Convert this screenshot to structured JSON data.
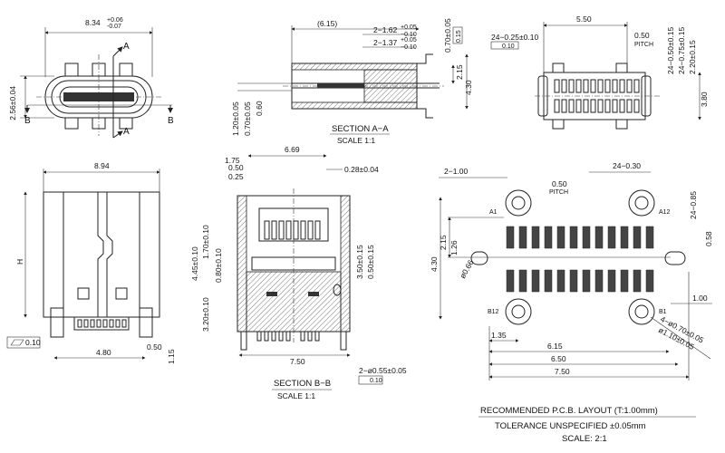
{
  "top_view": {
    "width": "8.34",
    "width_tol_plus": "+0.06",
    "width_tol_minus": "-0.07",
    "height": "2.56±0.04",
    "section_a": "A",
    "section_b": "B"
  },
  "section_aa": {
    "dim_overall": "(6.15)",
    "dim_1": "2−1.62",
    "dim_1_tp": "+0.05",
    "dim_1_tm": "−0.10",
    "dim_2": "2−1.37",
    "dim_2_tp": "+0.05",
    "dim_2_tm": "−0.10",
    "dim_3": "0.70±0.05",
    "dim_3_tol": "0.15",
    "dim_4": "2.15",
    "dim_5": "4.30",
    "dim_6": "1.20±0.05",
    "dim_7": "0.70±0.05",
    "dim_8": "0.60",
    "title": "SECTION A−A",
    "scale": "SCALE 1:1"
  },
  "bottom_view": {
    "dim_width": "5.50",
    "dim_pin": "24−0.25±0.10",
    "dim_pin_tol": "0.10",
    "pitch": "0.50",
    "pitch_label": "PITCH",
    "dim_v1": "24−0.50±0.15",
    "dim_v2": "24−0.75±0.15",
    "dim_v3": "2.20±0.15",
    "dim_v4": "3.80"
  },
  "side_view": {
    "width": "8.94",
    "height_label": "H",
    "flat": "0.10",
    "d1": "0.50",
    "d2": "4.80",
    "d3": "1.15"
  },
  "section_bb": {
    "d_669": "6.69",
    "d_175": "1.75",
    "d_050": "0.50",
    "d_025": "0.25",
    "d_028": "0.28±0.04",
    "d_445": "4.45±0.10",
    "d_170": "1.70±0.10",
    "d_320": "3.20±0.10",
    "d_080": "0.80±0.10",
    "d_350": "3.50±0.15",
    "d_050b": "0.50±0.15",
    "d_750": "7.50",
    "d_055": "2−ø0.55±0.05",
    "d_055_tol": "0.10",
    "title": "SECTION B−B",
    "scale": "SCALE 1:1"
  },
  "pcb_layout": {
    "d_2_100": "2−1.00",
    "d_24_030": "24−0.30",
    "pitch": "0.50",
    "pitch_label": "PITCH",
    "d_24_085": "24−0.85",
    "pin_a1": "A1",
    "pin_a12": "A12",
    "pin_b12": "B12",
    "pin_b1": "B1",
    "d_215": "2.15",
    "d_126": "1.26",
    "d_430": "4.30",
    "d_058": "0.58",
    "d_066": "ø0.66",
    "d_100": "1.00",
    "d_4_070": "4−ø0.70±0.05",
    "d_110": "ø1.10±0.05",
    "d_135": "1.35",
    "d_615": "6.15",
    "d_650": "6.50",
    "d_750": "7.50"
  },
  "notes": {
    "title": "RECOMMENDED   P.C.B. LAYOUT  (T:1.00mm)",
    "tolerance": "TOLERANCE  UNSPECIFIED  ±0.05mm",
    "scale": "SCALE:  2:1"
  }
}
